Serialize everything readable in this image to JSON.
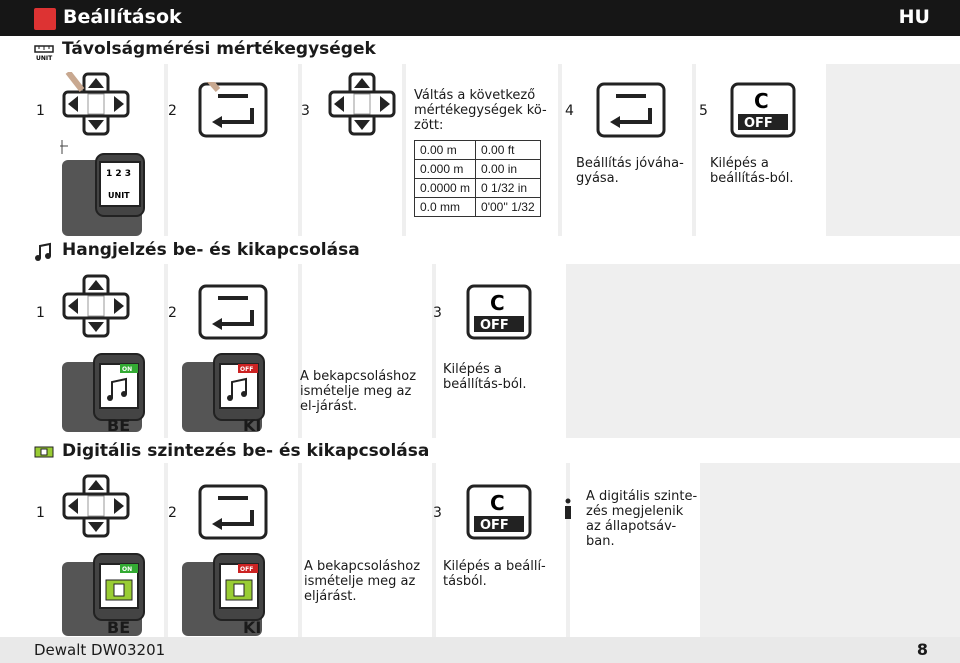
{
  "header": {
    "title": "Beállítások",
    "language": "HU"
  },
  "section1": {
    "title": "Távolságmérési mértékegységek",
    "icon_label": "UNIT",
    "steps": [
      "1",
      "2",
      "3",
      "4",
      "5"
    ],
    "step3_text": "Váltás a következő mértékegységek kö-zött:",
    "units_table": [
      [
        "0.00 m",
        "0.00 ft"
      ],
      [
        "0.000 m",
        "0.00 in"
      ],
      [
        "0.0000 m",
        "0 1/32 in"
      ],
      [
        "0.0 mm",
        "0'00'' 1/32"
      ]
    ],
    "step4_text": "Beállítás jóváha-gyása.",
    "step5_text": "Kilépés a beállítás-ból.",
    "display_digits": "1 2 3",
    "display_label": "UNIT"
  },
  "section2": {
    "title": "Hangjelzés be- és kikapcsolása",
    "steps": [
      "1",
      "2",
      "3"
    ],
    "on_label": "BE",
    "off_label": "KI",
    "repeat_text": "A bekapcsoláshoz ismételje meg az el-járást.",
    "exit_text": "Kilépés a beállítás-ból.",
    "on_badge": "ON",
    "off_badge": "OFF"
  },
  "section3": {
    "title": "Digitális szintezés be- és kikapcsolása",
    "steps": [
      "1",
      "2",
      "3"
    ],
    "on_label": "BE",
    "off_label": "KI",
    "repeat_text": "A bekapcsoláshoz ismételje meg az eljárást.",
    "exit_text": "Kilépés a beállí-tásból.",
    "info_text": "A digitális szinte-zés megjelenik az állapotsáv-ban.",
    "on_badge": "ON",
    "off_badge": "OFF"
  },
  "buttons": {
    "c_label": "C",
    "off_label": "OFF"
  },
  "footer": {
    "model": "Dewalt DW03201",
    "page": "8"
  }
}
